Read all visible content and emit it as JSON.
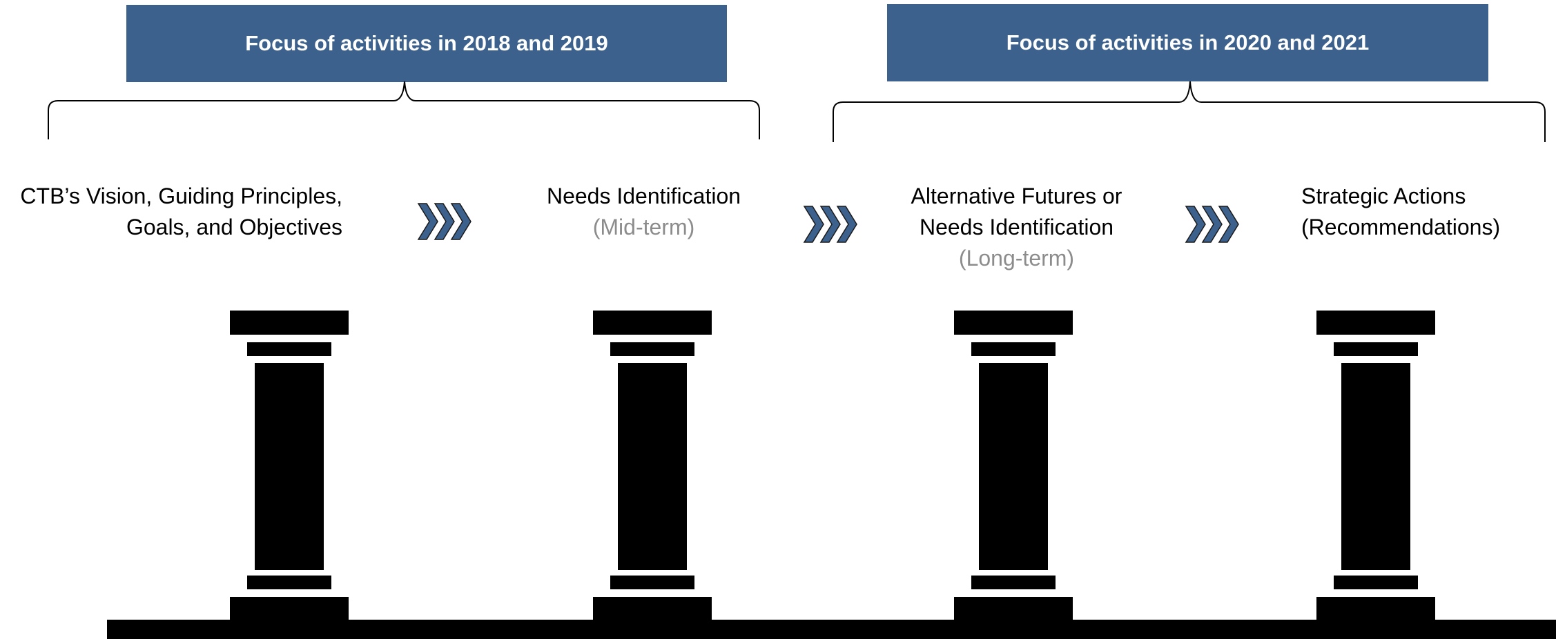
{
  "banners": [
    {
      "label": "Focus of activities in 2018 and 2019"
    },
    {
      "label": "Focus of activities in 2020 and 2021"
    }
  ],
  "stages": [
    {
      "line1": "CTB’s Vision, Guiding Principles,",
      "line2": "Goals, and Objectives",
      "sub": ""
    },
    {
      "line1": "Needs Identification",
      "line2": "",
      "sub": "(Mid-term)"
    },
    {
      "line1": "Alternative Futures or",
      "line2": "Needs Identification",
      "sub": "(Long-term)"
    },
    {
      "line1": "Strategic Actions",
      "line2": "(Recommendations)",
      "sub": ""
    }
  ],
  "colors": {
    "banner_fill": "#3c618c",
    "banner_text": "#ffffff",
    "chevron_fill": "#3c618c",
    "chevron_outline": "#1a1a1a",
    "subtitle_text": "#8c8c8c",
    "pillar_fill": "#000000"
  },
  "icons": {
    "chevron": "triple-chevron-right-icon",
    "pillar": "pillar-icon"
  }
}
